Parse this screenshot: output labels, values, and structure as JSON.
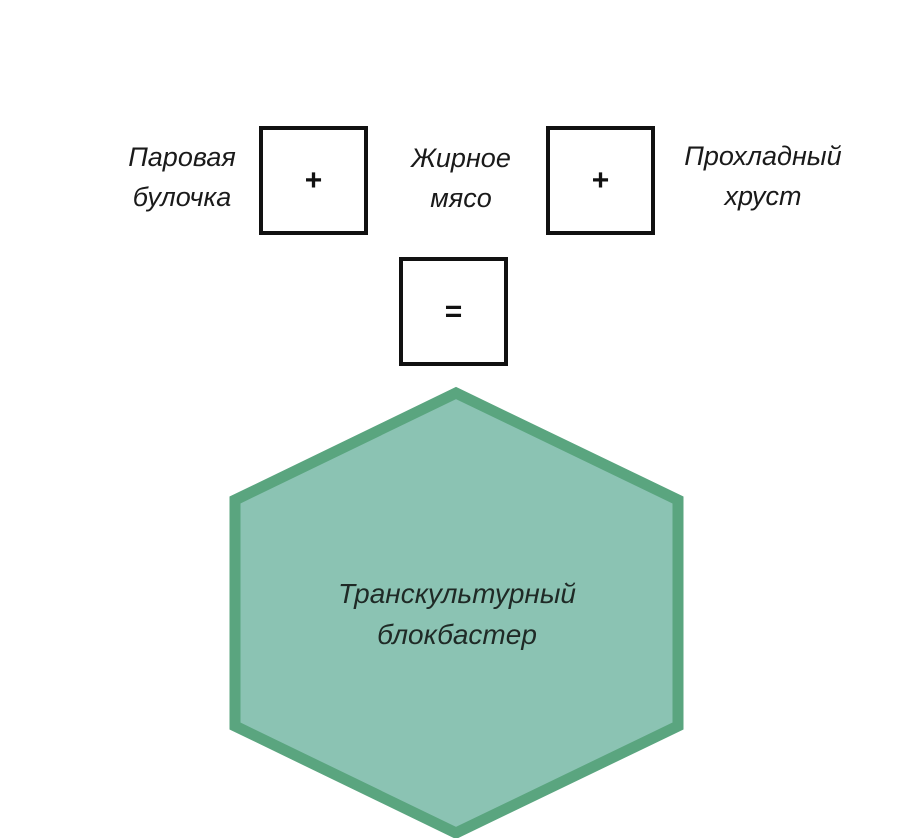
{
  "terms": [
    {
      "line1": "Паровая",
      "line2": "булочка"
    },
    {
      "line1": "Жирное",
      "line2": "мясо"
    },
    {
      "line1": "Прохладный",
      "line2": "хруст"
    }
  ],
  "operators": {
    "plus_1": "+",
    "plus_2": "+",
    "equals": "="
  },
  "result": {
    "line1": "Транскультурный",
    "line2": "блокбастер"
  },
  "colors": {
    "hexagon_fill": "#8bc3b3",
    "hexagon_border": "#5aa57f",
    "box_border": "#111111",
    "text": "#1a1a1a"
  }
}
